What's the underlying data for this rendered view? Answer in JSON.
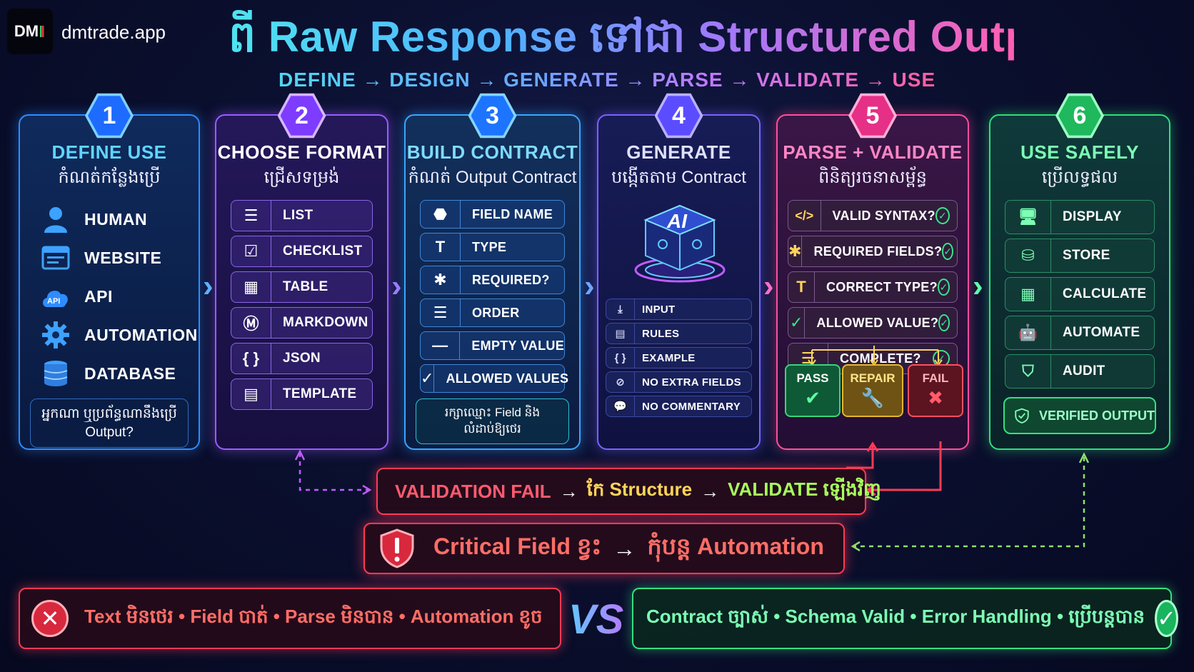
{
  "brand": {
    "logo_text": "DM",
    "site": "dmtrade.app"
  },
  "title": "ពី Raw Response ទៅជា Structured Output",
  "subtitle": "DEFINE → DESIGN → GENERATE → PARSE → VALIDATE → USE",
  "steps": [
    {
      "number": "1",
      "title": "DEFINE USE",
      "subtitle": "កំណត់កន្លែងប្រើ",
      "items": [
        {
          "label": "HUMAN",
          "icon": "person-icon"
        },
        {
          "label": "WEBSITE",
          "icon": "website-icon"
        },
        {
          "label": "API",
          "icon": "api-cloud-icon"
        },
        {
          "label": "AUTOMATION",
          "icon": "gear-icon"
        },
        {
          "label": "DATABASE",
          "icon": "database-icon"
        }
      ],
      "note": "អ្នកណា ឬប្រព័ន្ធណានឹងប្រើ Output?"
    },
    {
      "number": "2",
      "title": "CHOOSE FORMAT",
      "subtitle": "ជ្រើសទម្រង់",
      "items": [
        {
          "label": "LIST",
          "icon": "list-icon"
        },
        {
          "label": "CHECKLIST",
          "icon": "checklist-icon"
        },
        {
          "label": "TABLE",
          "icon": "table-icon"
        },
        {
          "label": "MARKDOWN",
          "icon": "markdown-icon"
        },
        {
          "label": "JSON",
          "icon": "braces-icon"
        },
        {
          "label": "TEMPLATE",
          "icon": "document-icon"
        }
      ]
    },
    {
      "number": "3",
      "title": "BUILD CONTRACT",
      "subtitle": "កំណត់ Output Contract",
      "items": [
        {
          "label": "FIELD NAME",
          "icon": "tag-icon"
        },
        {
          "label": "TYPE",
          "icon": "type-icon"
        },
        {
          "label": "REQUIRED?",
          "icon": "asterisk-icon"
        },
        {
          "label": "ORDER",
          "icon": "list-icon"
        },
        {
          "label": "EMPTY VALUE",
          "icon": "dash-icon"
        },
        {
          "label": "ALLOWED VALUES",
          "icon": "check-circle-icon"
        }
      ],
      "note": "រក្សាឈ្មោះ Field និងលំដាប់ឱ្យថេរ"
    },
    {
      "number": "4",
      "title": "GENERATE",
      "subtitle": "បង្កើតតាម Contract",
      "ai_label": "AI",
      "items": [
        {
          "label": "INPUT",
          "icon": "download-icon"
        },
        {
          "label": "RULES",
          "icon": "rules-icon"
        },
        {
          "label": "EXAMPLE",
          "icon": "braces-icon"
        },
        {
          "label": "NO EXTRA FIELDS",
          "icon": "no-icon"
        },
        {
          "label": "NO COMMENTARY",
          "icon": "chat-icon"
        }
      ]
    },
    {
      "number": "5",
      "title": "PARSE + VALIDATE",
      "subtitle": "ពិនិត្យរចនាសម្ព័ន្ធ",
      "items": [
        {
          "label": "VALID SYNTAX?",
          "icon": "code-icon"
        },
        {
          "label": "REQUIRED FIELDS?",
          "icon": "asterisk-icon"
        },
        {
          "label": "CORRECT TYPE?",
          "icon": "type-icon"
        },
        {
          "label": "ALLOWED VALUE?",
          "icon": "check-circle-icon"
        },
        {
          "label": "COMPLETE?",
          "icon": "list-icon"
        }
      ],
      "outcomes": {
        "pass": "PASS",
        "repair": "REPAIR",
        "fail": "FAIL"
      }
    },
    {
      "number": "6",
      "title": "USE SAFELY",
      "subtitle": "ប្រើលទ្ធផល",
      "items": [
        {
          "label": "DISPLAY",
          "icon": "monitor-icon"
        },
        {
          "label": "STORE",
          "icon": "database-icon"
        },
        {
          "label": "CALCULATE",
          "icon": "calculator-icon"
        },
        {
          "label": "AUTOMATE",
          "icon": "robot-icon"
        },
        {
          "label": "AUDIT",
          "icon": "shield-check-icon"
        }
      ],
      "verified": "VERIFIED OUTPUT"
    }
  ],
  "validation_loop": {
    "part1": "VALIDATION FAIL",
    "arrow": "→",
    "part2": "កែ Structure",
    "part3": "VALIDATE ឡើងវិញ"
  },
  "critical": {
    "part1": "Critical Field ខ្វះ",
    "arrow": "→",
    "part2": "កុំបន្ត Automation"
  },
  "comparison": {
    "bad": "Text មិនថេរ  •  Field បាត់  •  Parse មិនបាន  •  Automation ខូច",
    "vs": "VS",
    "good": "Contract ច្បាស់  •  Schema Valid  •  Error Handling  •  ប្រើបន្តបាន"
  },
  "colors": {
    "step1": "#2f8cff",
    "step2": "#9b5cff",
    "step3": "#3aa6ff",
    "step4": "#7b62ff",
    "step5": "#ff4f9a",
    "step6": "#2ee07a",
    "fail": "#ff3a55",
    "pass": "#35e07e",
    "repair": "#e5b62e"
  }
}
